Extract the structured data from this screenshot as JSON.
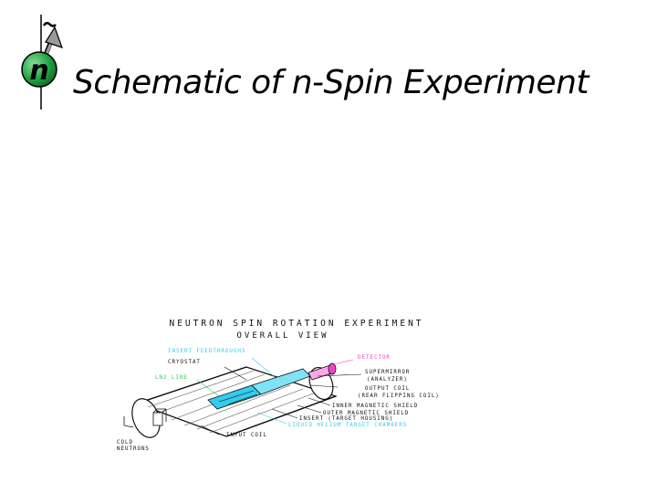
{
  "slide": {
    "title": "Schematic of n-Spin Experiment"
  },
  "logo": {
    "letter": "n"
  },
  "schematic": {
    "heading_line1": "NEUTRON SPIN ROTATION EXPERIMENT",
    "heading_line2": "OVERALL VIEW",
    "labels": {
      "insert_feedthroughs": "INSERT FEEDTHROUGHS",
      "cryostat": "CRYOSTAT",
      "detector": "DETECTOR",
      "supermirror": "SUPERMIRROR",
      "analyzer": "(ANALYZER)",
      "ln2_line": "LN2 LINE",
      "output_coil": "OUTPUT COIL",
      "rear_flipping_coil": "(REAR FLIPPING COIL)",
      "inner_magnetic_shield": "INNER MAGNETIC SHIELD",
      "outer_magnetic_shield": "OUTER MAGNETIC SHIELD",
      "insert_target_housing": "INSERT (TARGET HOUSING)",
      "liquid_helium_target_chambers": "LIQUID HELIUM TARGET CHAMBERS",
      "input_coil": "INPUT COIL",
      "cold_neutrons_1": "COLD",
      "cold_neutrons_2": "NEUTRONS"
    },
    "colors": {
      "cyan": "#33ccee",
      "magenta": "#ee44cc",
      "green": "#33cc55",
      "ink": "#111111"
    }
  }
}
